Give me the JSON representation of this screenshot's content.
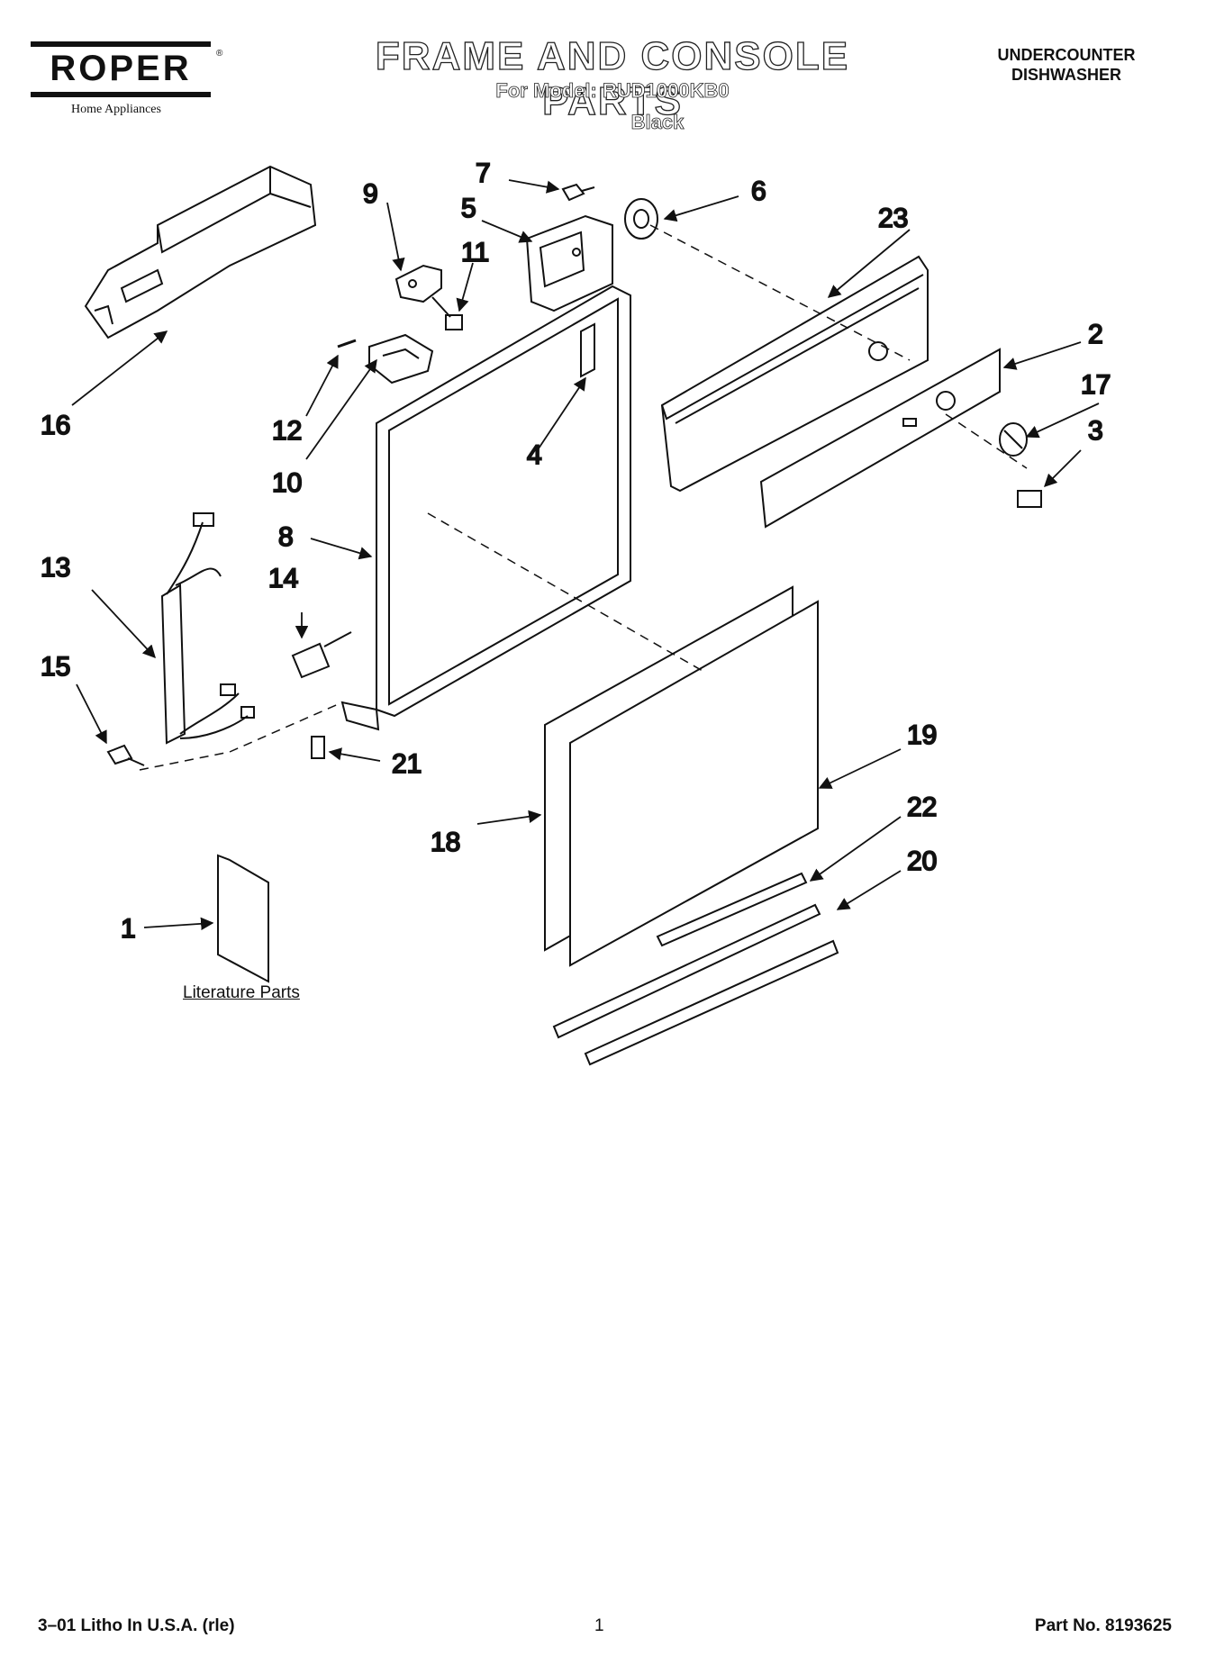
{
  "brand": {
    "name": "ROPER",
    "trademark": "®",
    "tagline": "Home Appliances"
  },
  "header": {
    "title": "FRAME AND CONSOLE PARTS",
    "model_line": "For Model: RUD1000KB0",
    "color": "Black",
    "appliance_line1": "UNDERCOUNTER",
    "appliance_line2": "DISHWASHER"
  },
  "callouts": [
    "1",
    "2",
    "3",
    "4",
    "5",
    "6",
    "7",
    "8",
    "9",
    "10",
    "11",
    "12",
    "13",
    "14",
    "15",
    "16",
    "17",
    "18",
    "19",
    "20",
    "21",
    "22",
    "23"
  ],
  "literature_label": "Literature Parts",
  "footer": {
    "print_info": "3–01 Litho In U.S.A. (rle)",
    "page_number": "1",
    "part_number": "Part No. 8193625"
  }
}
